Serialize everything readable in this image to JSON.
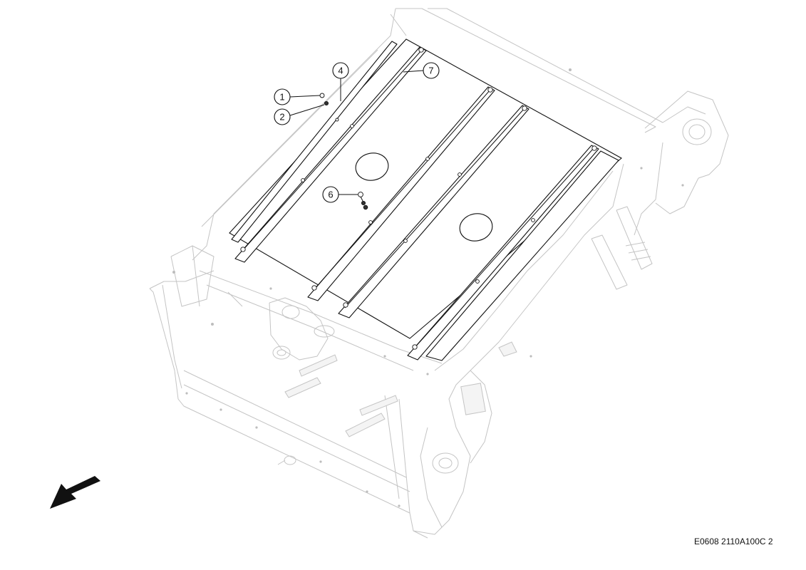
{
  "callouts": [
    {
      "label": "1"
    },
    {
      "label": "2"
    },
    {
      "label": "4"
    },
    {
      "label": "6"
    },
    {
      "label": "7"
    }
  ],
  "drawing_code": "E0608 2110A100C 2",
  "icons": {
    "direction_arrow": "direction-arrow-icon"
  },
  "colors": {
    "line": "#111111",
    "ghost_line": "#c4c4c4",
    "background": "#ffffff"
  }
}
